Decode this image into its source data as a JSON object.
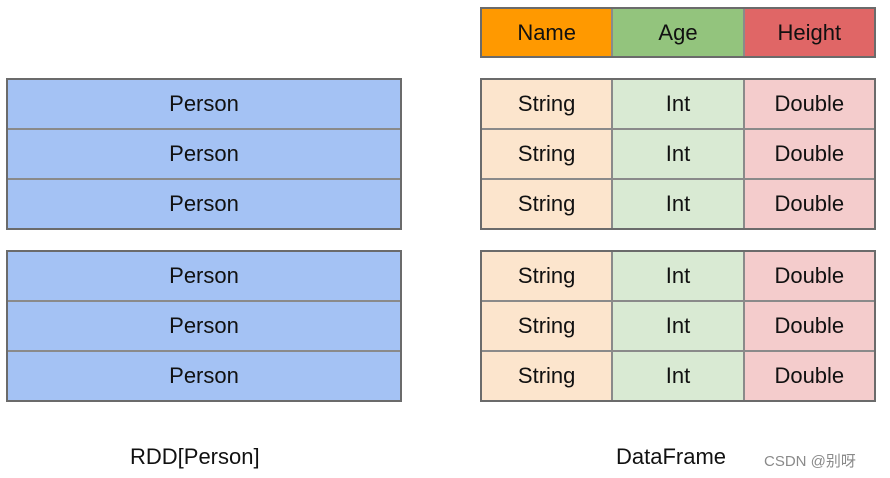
{
  "rdd": {
    "row_label": "Person",
    "caption": "RDD[Person]"
  },
  "dataframe": {
    "headers": [
      "Name",
      "Age",
      "Height"
    ],
    "types": [
      "String",
      "Int",
      "Double"
    ],
    "caption": "DataFrame"
  },
  "watermark": "CSDN @别呀",
  "colors": {
    "person_row": "#a4c2f4",
    "name_header": "#ff9900",
    "age_header": "#93c47d",
    "height_header": "#e06666",
    "name_cell": "#fce5cd",
    "age_cell": "#d9ead3",
    "height_cell": "#f4cccc"
  }
}
